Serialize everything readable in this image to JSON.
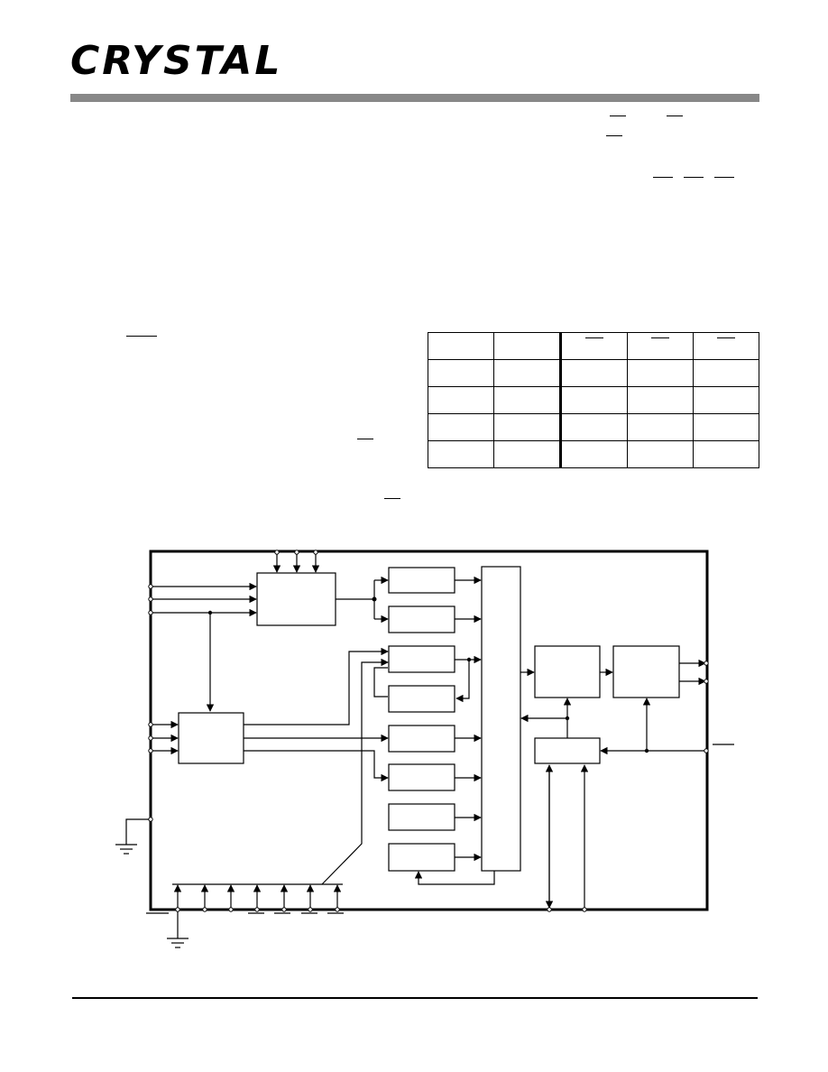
{
  "header": {
    "logo_text": "CRYSTAL",
    "brand_color": "#000000",
    "rule_color": "#888888"
  },
  "truth_table": {
    "rows": 5,
    "cols": 5
  },
  "block_diagram": {
    "line_color": "#000000"
  }
}
